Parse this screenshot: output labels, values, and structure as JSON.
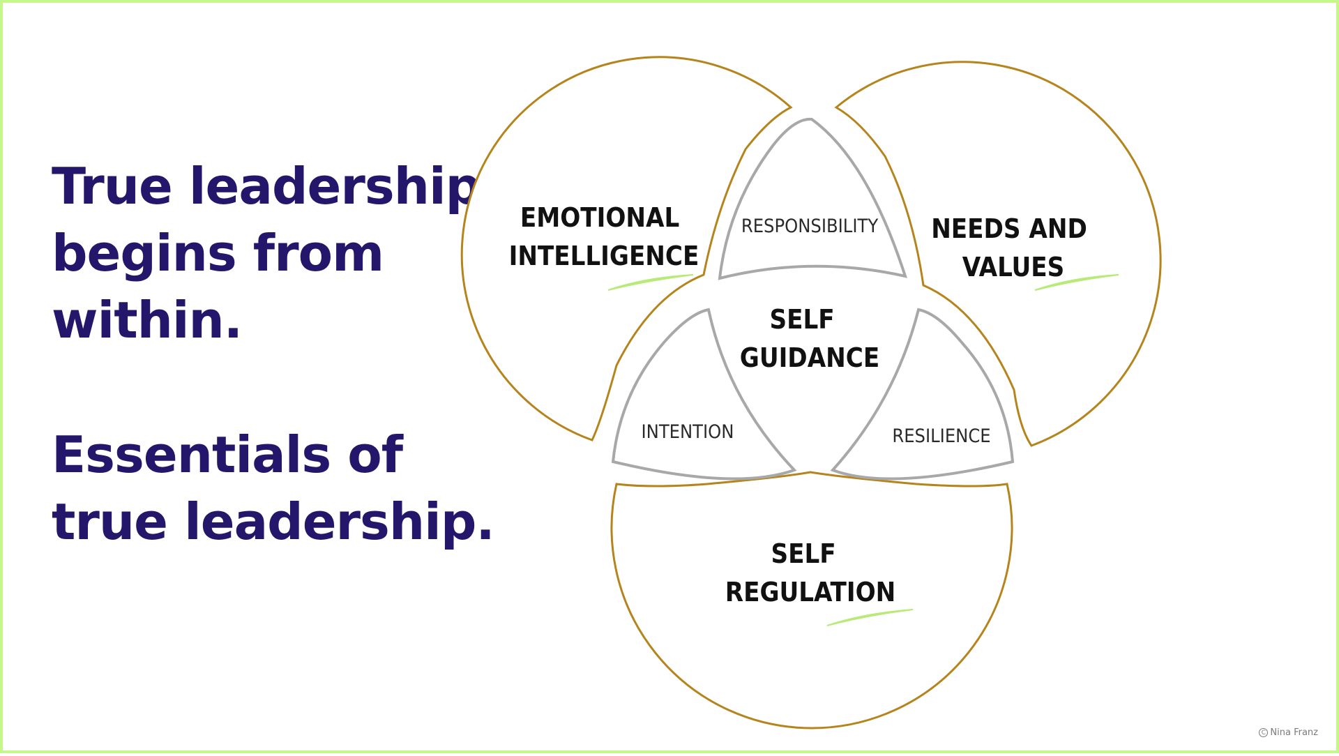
{
  "headings": {
    "line1": [
      "True leadership",
      "begins from",
      "within."
    ],
    "line2": [
      "Essentials of",
      "true leadership."
    ]
  },
  "diagram": {
    "outer": {
      "emotional_intelligence": [
        "EMOTIONAL",
        "INTELLIGENCE"
      ],
      "needs_and_values": [
        "NEEDS AND",
        "VALUES"
      ],
      "self_regulation": [
        "SELF",
        "REGULATION"
      ]
    },
    "inner": {
      "responsibility": "RESPONSIBILITY",
      "intention": "INTENTION",
      "resilience": "RESILIENCE"
    },
    "center": [
      "SELF",
      "GUIDANCE"
    ]
  },
  "footer": {
    "copyright_icon": "C",
    "author": "Nina Franz"
  },
  "colors": {
    "heading": "#24176b",
    "frame": "#c6f78a",
    "outer_ring": "#b5841c",
    "inner_ring": "#a8a8a8",
    "accent_stroke": "#b7ea76"
  }
}
